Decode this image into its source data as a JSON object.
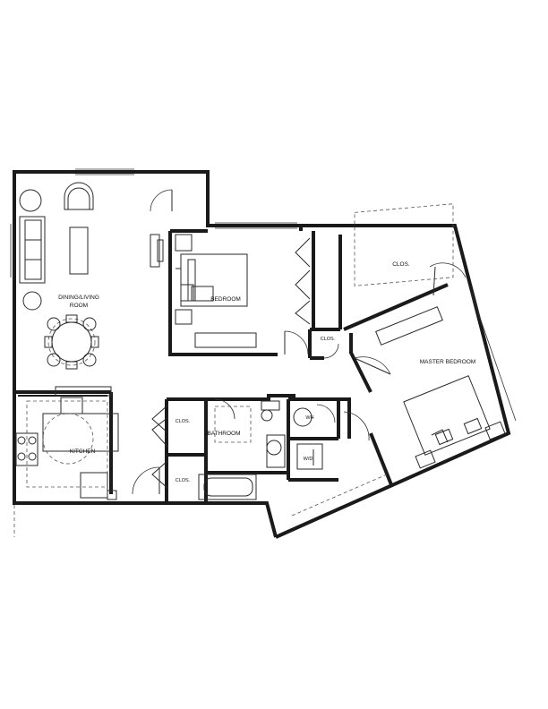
{
  "labels": {
    "dining_living_line1": "DINING/LIVING",
    "dining_living_line2": "ROOM",
    "bedroom": "BEDROOM",
    "clos_master": "CLOS.",
    "clos_small": "CLOS.",
    "master_bedroom": "MASTER BEDROOM",
    "kitchen": "KITCHEN",
    "clos_upper": "CLOS.",
    "clos_lower": "CLOS.",
    "bathroom": "BATHROOM",
    "water_heater": "WH",
    "washer_dryer": "W/D"
  }
}
